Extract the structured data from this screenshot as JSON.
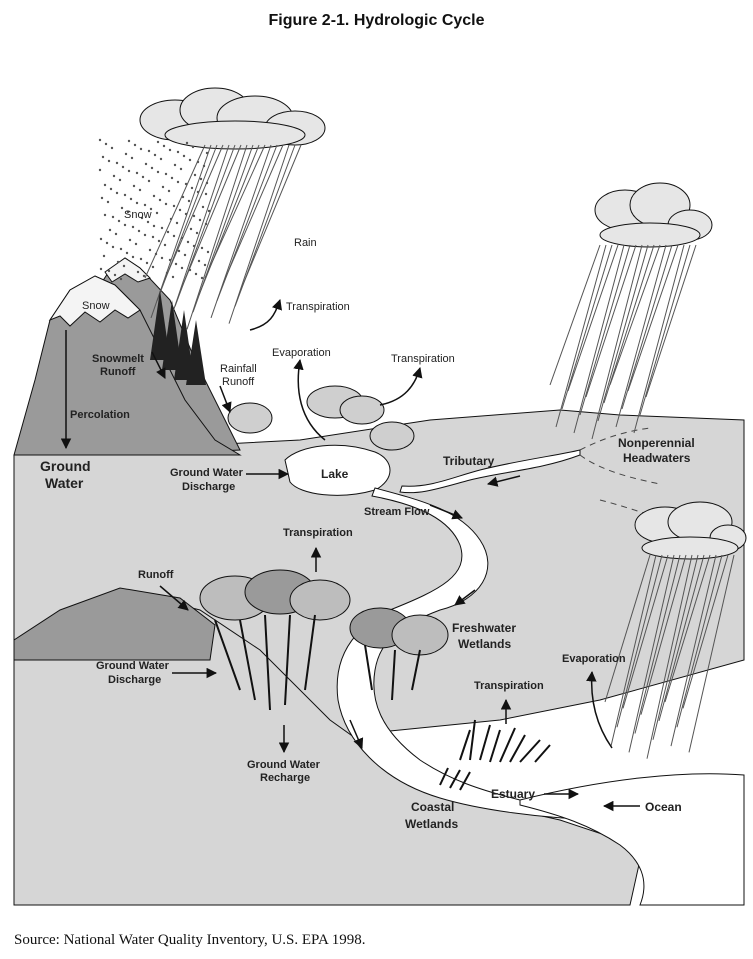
{
  "title": "Figure 2-1. Hydrologic Cycle",
  "source": "Source: National Water Quality Inventory, U.S. EPA 1998.",
  "colors": {
    "land": "#d6d6d6",
    "mountain": "#9a9a9a",
    "snowcap": "#f4f4f4",
    "water": "#ffffff",
    "ink": "#111111",
    "cloud": "#e6e6e6"
  },
  "labels": {
    "snow_air": "Snow",
    "rain": "Rain",
    "snow_peak": "Snow",
    "transpiration_1": "Transpiration",
    "evaporation_1": "Evaporation",
    "transpiration_2": "Transpiration",
    "snowmelt_runoff_1": "Snowmelt",
    "snowmelt_runoff_2": "Runoff",
    "rainfall_runoff_1": "Rainfall",
    "rainfall_runoff_2": "Runoff",
    "percolation": "Percolation",
    "ground_water_1": "Ground",
    "ground_water_2": "Water",
    "gw_discharge_1a": "Ground Water",
    "gw_discharge_1b": "Discharge",
    "lake": "Lake",
    "tributary": "Tributary",
    "nonperennial_1": "Nonperennial",
    "nonperennial_2": "Headwaters",
    "stream_flow": "Stream Flow",
    "transpiration_3": "Transpiration",
    "runoff": "Runoff",
    "gw_discharge_2a": "Ground Water",
    "gw_discharge_2b": "Discharge",
    "freshwater_wetlands_1": "Freshwater",
    "freshwater_wetlands_2": "Wetlands",
    "evaporation_2": "Evaporation",
    "transpiration_4": "Transpiration",
    "gw_recharge_1": "Ground Water",
    "gw_recharge_2": "Recharge",
    "estuary": "Estuary",
    "ocean": "Ocean",
    "coastal_wetlands_1": "Coastal",
    "coastal_wetlands_2": "Wetlands"
  }
}
